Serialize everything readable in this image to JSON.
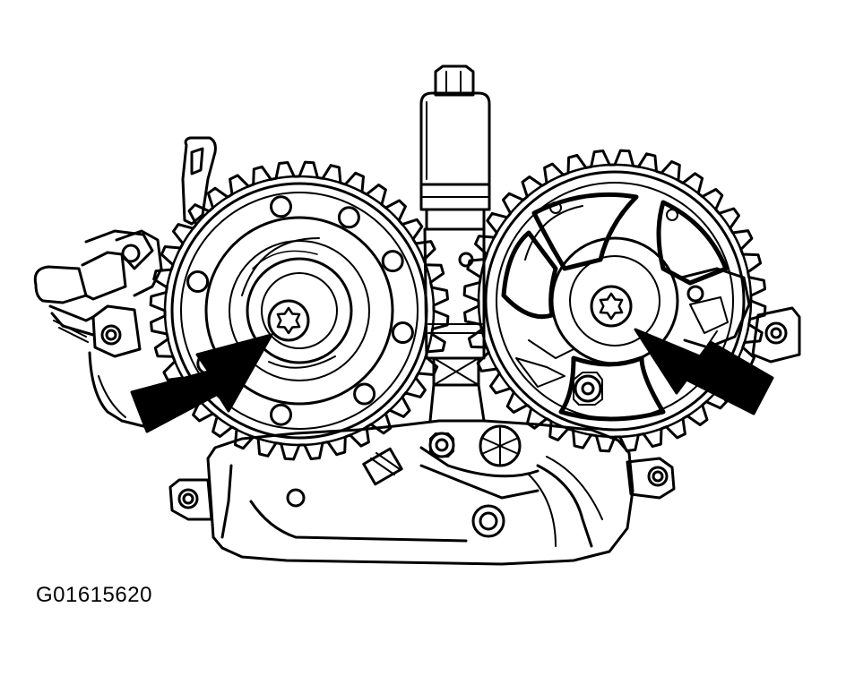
{
  "figure": {
    "code": "G01615620",
    "ink_color": "#000000",
    "paper_color": "#ffffff"
  },
  "parts": {
    "left_gear": {
      "icon": "camshaft-sprocket-icon",
      "teeth": 36
    },
    "right_gear": {
      "icon": "camshaft-sprocket-icon",
      "teeth": 36,
      "spokes": 4
    },
    "left_bolt": {
      "icon": "torx-bolt-icon"
    },
    "right_bolt": {
      "icon": "torx-bolt-icon"
    },
    "left_arrow": {
      "icon": "arrow-icon"
    },
    "right_arrow": {
      "icon": "arrow-icon"
    },
    "solenoid": {
      "icon": "solenoid-valve-icon"
    }
  }
}
